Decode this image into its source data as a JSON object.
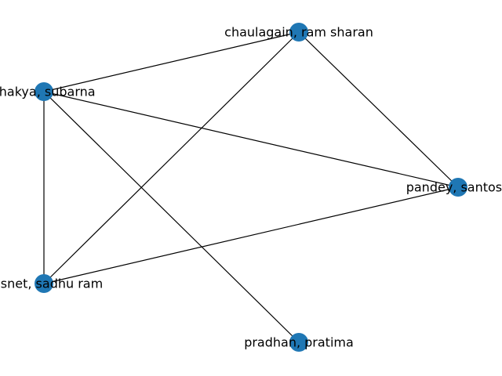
{
  "graph": {
    "node_color": "#1f77b4",
    "edge_color": "#000000",
    "nodes": [
      {
        "id": "chaulagain",
        "label": "chaulagain, ram sharan"
      },
      {
        "id": "shakya",
        "label": "shakya, subarna"
      },
      {
        "id": "pandey",
        "label": "pandey, santosh"
      },
      {
        "id": "basnet",
        "label": "basnet, sadhu ram"
      },
      {
        "id": "pradhan",
        "label": "pradhan, pratima"
      }
    ],
    "edges": [
      {
        "source": "shakya",
        "target": "chaulagain"
      },
      {
        "source": "shakya",
        "target": "pandey"
      },
      {
        "source": "shakya",
        "target": "basnet"
      },
      {
        "source": "shakya",
        "target": "pradhan"
      },
      {
        "source": "chaulagain",
        "target": "pandey"
      },
      {
        "source": "chaulagain",
        "target": "basnet"
      },
      {
        "source": "basnet",
        "target": "pandey"
      }
    ]
  }
}
